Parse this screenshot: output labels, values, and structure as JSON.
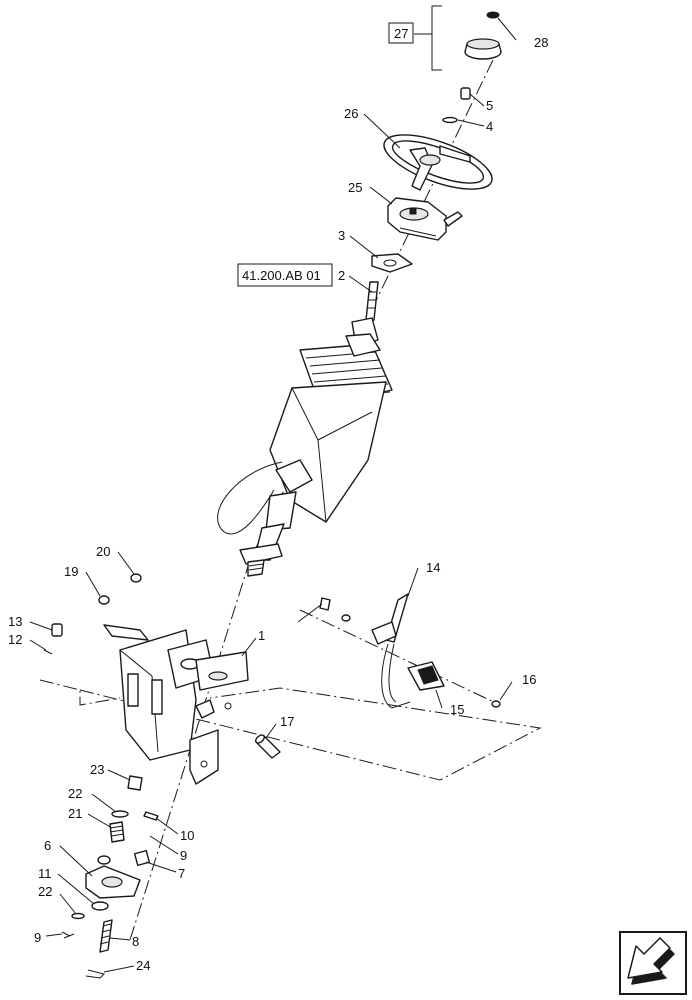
{
  "callouts": {
    "c1": "1",
    "c2": "2",
    "c3": "3",
    "c4": "4",
    "c5": "5",
    "c6": "6",
    "c7": "7",
    "c8": "8",
    "c9a": "9",
    "c9b": "9",
    "c10": "10",
    "c11": "11",
    "c12": "12",
    "c13": "13",
    "c14": "14",
    "c15": "15",
    "c16": "16",
    "c17": "17",
    "c20": "20",
    "c19": "19",
    "c21": "21",
    "c22a": "22",
    "c22b": "22",
    "c23": "23",
    "c24": "24",
    "c25": "25",
    "c26": "26",
    "c28": "28"
  },
  "boxed_refs": {
    "kit": "27",
    "cross_ref": "41.200.AB 01"
  },
  "icons": {
    "corner": "navigation-arrow-icon"
  }
}
